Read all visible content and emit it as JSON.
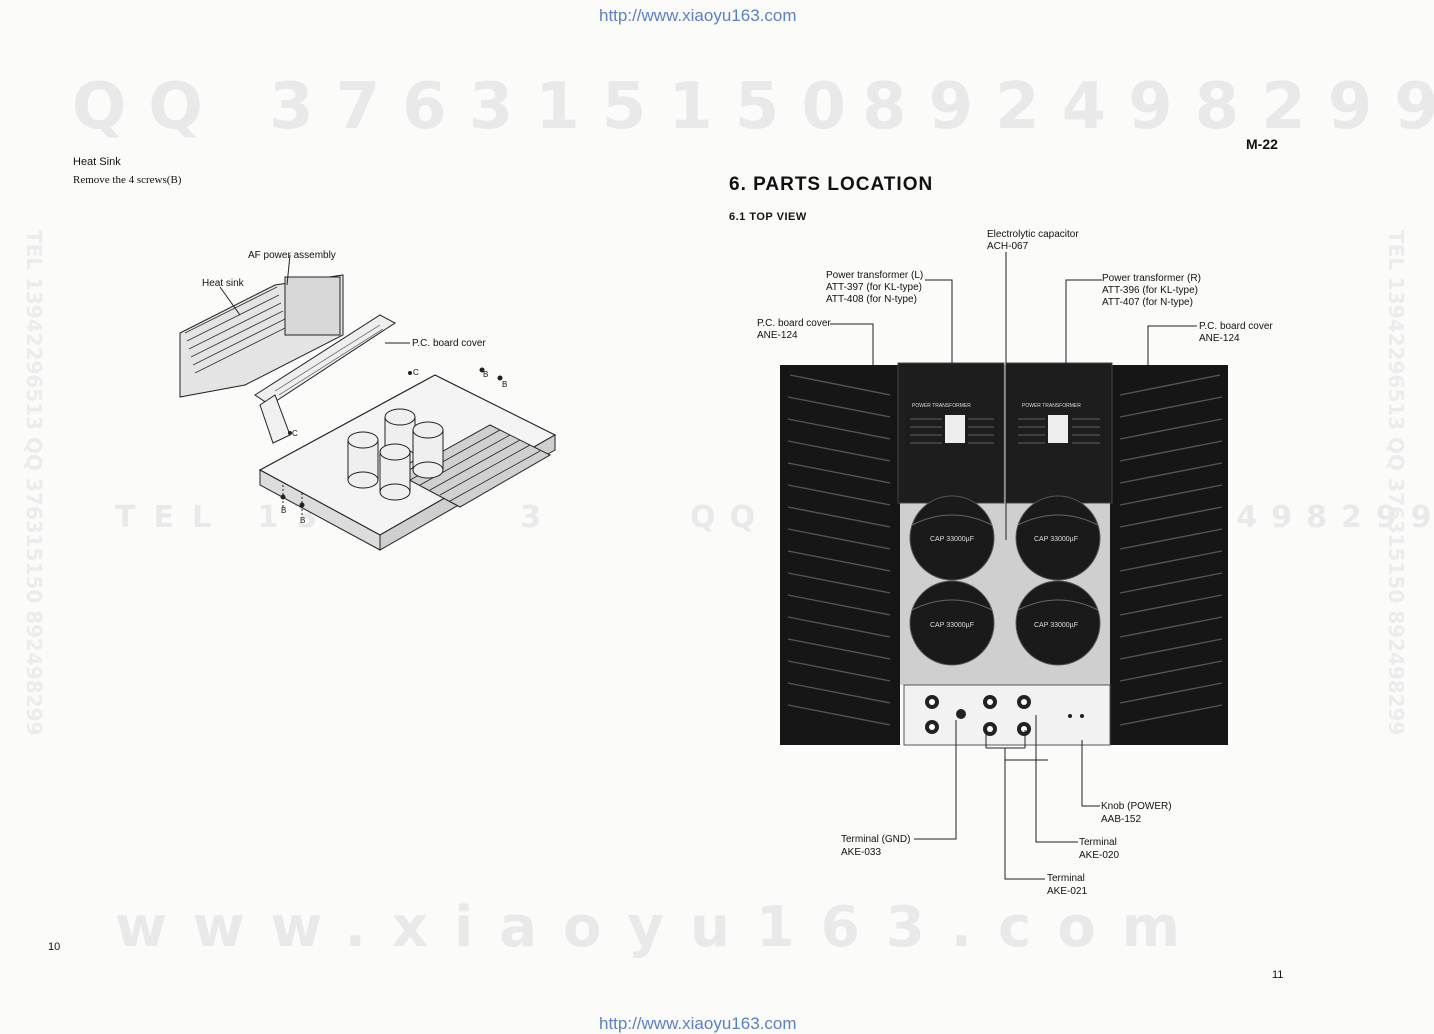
{
  "header_url": "http://www.xiaoyu163.com",
  "footer_url": "http://www.xiaoyu163.com",
  "watermarks": {
    "qq_left": "QQ 376315150",
    "qq_right": "892498299",
    "tel_mid": "TEL 139",
    "tel_mid_tail": "3",
    "qq_mid": "QQ 376315150 892498299",
    "site_bottom": "www.xiaoyu163.com",
    "vertical_left": "TEL 13942296513 QQ 376315150 892498299",
    "vertical_right": "TEL 13942296513 QQ 376315150 892498299"
  },
  "left_page": {
    "section_title": "Heat Sink",
    "instruction": "Remove the 4 screws(B)",
    "labels": {
      "af_power": "AF power assembly",
      "heat_sink": "Heat sink",
      "pc_cover": "P.C. board cover",
      "c": "C",
      "b": "B"
    },
    "page_number": "10"
  },
  "right_page": {
    "model": "M-22",
    "section_title": "6. PARTS LOCATION",
    "subsection": "6.1  TOP VIEW",
    "labels": {
      "elec_cap_1": "Electrolytic capacitor",
      "elec_cap_2": "ACH-067",
      "pt_l_1": "Power transformer (L)",
      "pt_l_2": "ATT-397 (for KL-type)",
      "pt_l_3": "ATT-408 (for N-type)",
      "pt_r_1": "Power transformer (R)",
      "pt_r_2": "ATT-396 (for KL-type)",
      "pt_r_3": "ATT-407 (for N-type)",
      "pcb_l_1": "P.C. board cover",
      "pcb_l_2": "ANE-124",
      "pcb_r_1": "P.C. board cover",
      "pcb_r_2": "ANE-124",
      "knob_1": "Knob (POWER)",
      "knob_2": "AAB-152",
      "gnd_1": "Terminal (GND)",
      "gnd_2": "AKE-033",
      "t020_1": "Terminal",
      "t020_2": "AKE-020",
      "t021_1": "Terminal",
      "t021_2": "AKE-021"
    },
    "photo_text": {
      "transformer": "POWER TRANSFORMER",
      "capacitor": "CAP 33000µF"
    },
    "page_number": "11"
  }
}
